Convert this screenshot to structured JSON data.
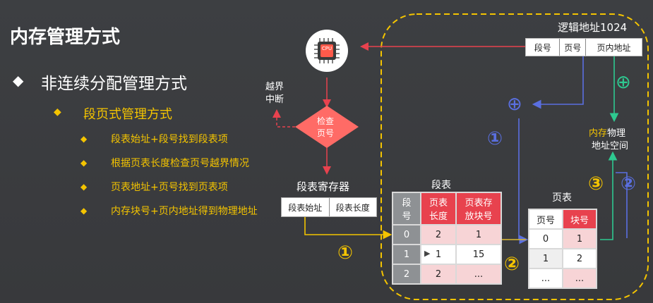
{
  "title": "内存管理方式",
  "bullets": {
    "level1": {
      "marker": "◆",
      "text": "非连续分配管理方式"
    },
    "level2": {
      "marker": "◆",
      "text": "段页式管理方式"
    },
    "level3": [
      {
        "marker": "◆",
        "text": "段表始址+段号找到段表项"
      },
      {
        "marker": "◆",
        "text": "根据页表长度检查页号越界情况"
      },
      {
        "marker": "◆",
        "text": "页表地址+页号找到页表项"
      },
      {
        "marker": "◆",
        "text": "内存块号+页内地址得到物理地址"
      }
    ]
  },
  "diagram": {
    "cpu_label": "CPU",
    "logical_address": {
      "label": "逻辑地址1024",
      "fields": [
        "段号",
        "页号",
        "页内地址"
      ]
    },
    "overflow_label": [
      "越界",
      "中断"
    ],
    "check_label": [
      "检查",
      "页号"
    ],
    "segment_register": {
      "label": "段表寄存器",
      "fields": [
        "段表始址",
        "段表长度"
      ]
    },
    "segment_table": {
      "label": "段表",
      "headers": [
        "段号",
        "页表长度",
        "页表存放块号"
      ],
      "header_display": [
        [
          "段",
          "号"
        ],
        [
          "页表",
          "长度"
        ],
        [
          "页表存",
          "放块号"
        ]
      ],
      "rows": [
        [
          "0",
          "2",
          "1"
        ],
        [
          "1",
          "1",
          "15"
        ],
        [
          "2",
          "2",
          "..."
        ]
      ]
    },
    "page_table": {
      "label": "页表",
      "headers": [
        "页号",
        "块号"
      ],
      "rows": [
        [
          "0",
          "1"
        ],
        [
          "1",
          "2"
        ],
        [
          "...",
          "..."
        ]
      ]
    },
    "physical_label": {
      "highlight": "内存",
      "rest": "物理",
      "line2": "地址空间"
    },
    "add_symbol": "⊕",
    "step_markers": {
      "yellow": [
        "①",
        "②",
        "③"
      ],
      "blue": [
        "①",
        "②"
      ]
    },
    "colors": {
      "yellow": "#f4c400",
      "blue": "#5a6fe0",
      "green": "#2ec990",
      "red": "#e8424e",
      "salmon": "#ff6b66"
    }
  }
}
